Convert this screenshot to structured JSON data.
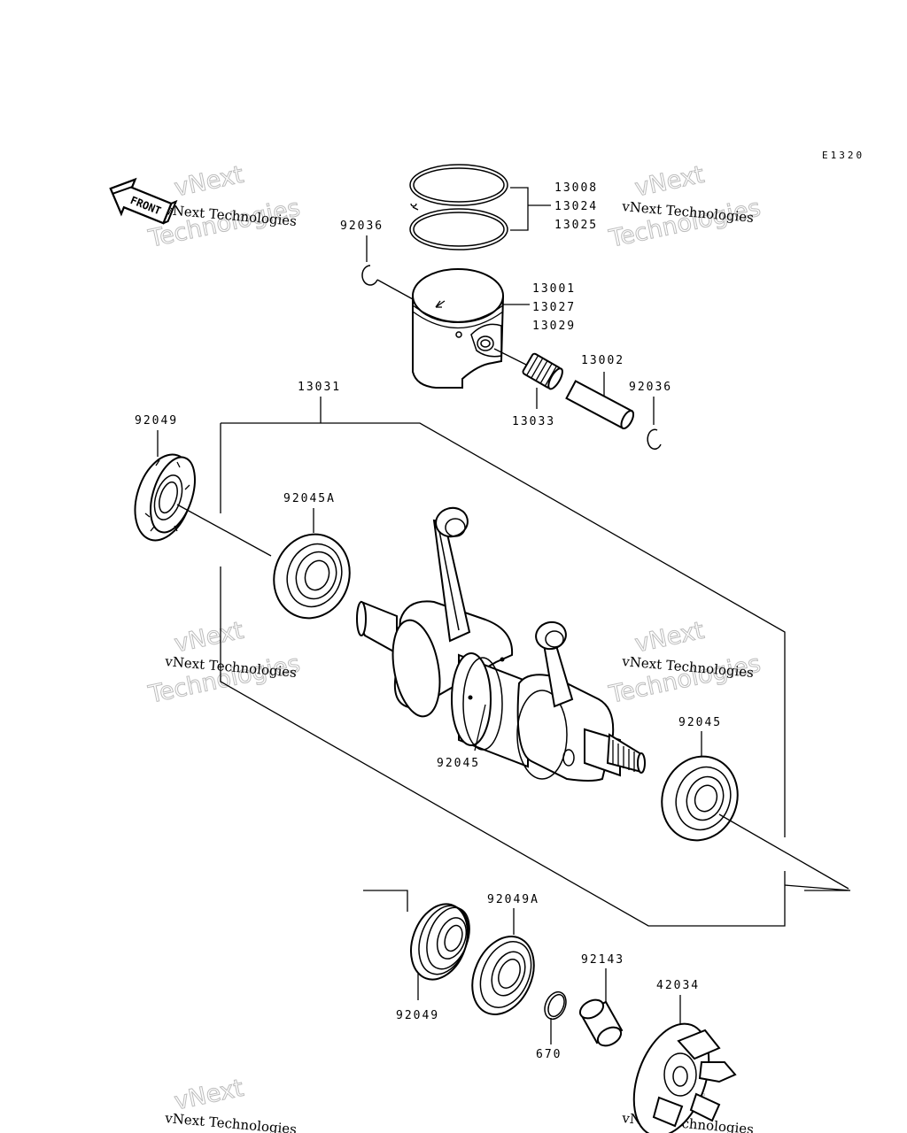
{
  "diagram": {
    "code": "E1320",
    "front_label": "FRONT",
    "watermark": {
      "line1": "vNext Technologies",
      "line2": "vNext",
      "line3": "Technologies"
    },
    "labels": {
      "ring1": "13008",
      "ring2": "13024",
      "ring3": "13025",
      "clip_top": "92036",
      "piston1": "13001",
      "piston2": "13027",
      "piston3": "13029",
      "pin": "13002",
      "clip_right": "92036",
      "needle_bearing": "13033",
      "crank_assy": "13031",
      "seal_left": "92049",
      "bearing_left": "92045A",
      "crank_pin": "92045",
      "bearing_right": "92045",
      "seal_bottom": "92049",
      "bearing_bottom": "92049A",
      "oring": "670",
      "collar": "92143",
      "impeller": "42034"
    }
  }
}
